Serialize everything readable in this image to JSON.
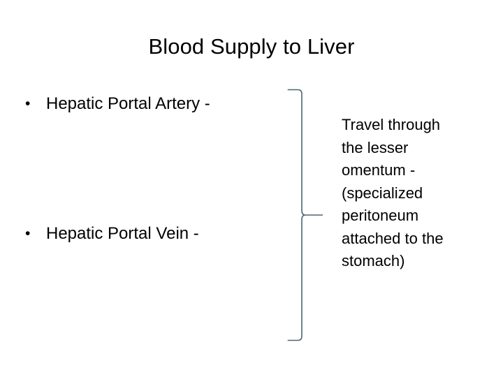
{
  "slide": {
    "title": "Blood Supply to Liver",
    "background_color": "#ffffff",
    "text_color": "#000000"
  },
  "bullets": {
    "marker": "•",
    "items": [
      {
        "label": "Hepatic Portal Artery -"
      },
      {
        "label": "Hepatic Portal Vein -"
      }
    ]
  },
  "brace": {
    "name": "curly-brace",
    "color": "#4a6572",
    "orientation": "points-right",
    "groups_bullets": 2
  },
  "annotation": {
    "full_text": "Travel through the lesser omentum - (specialized peritoneum attached to the stomach)",
    "lines": [
      "Travel through",
      "the lesser",
      "omentum -",
      "(specialized",
      "peritoneum",
      "attached to the",
      "stomach)"
    ]
  }
}
